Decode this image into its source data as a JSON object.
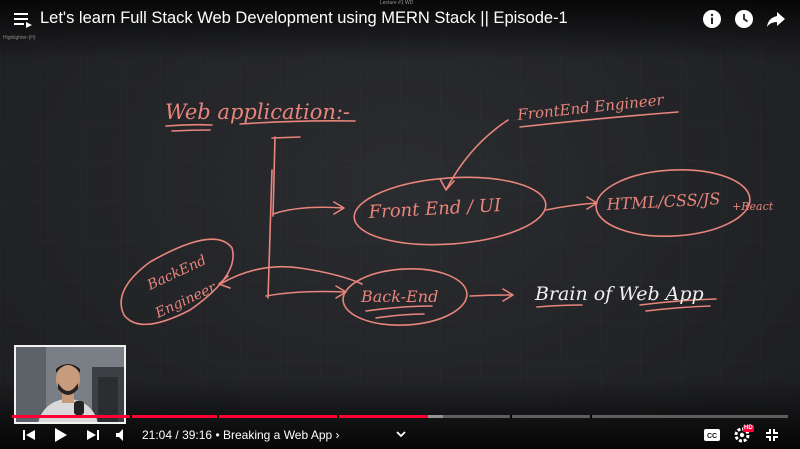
{
  "header": {
    "title": "Let's learn Full Stack Web Development using MERN Stack || Episode-1",
    "lecture_tag": "Lecture #1 WD",
    "highlighter_tag": "Highlighter-(H)"
  },
  "board": {
    "heading": "Web application:-",
    "frontend_engineer": "FrontEnd Engineer",
    "frontend_ui": "Front End / UI",
    "html_css_js": "HTML/CSS/JS",
    "react": "+React",
    "backend_engineer_1": "BackEnd",
    "backend_engineer_2": "Engineer",
    "back_end": "Back-End",
    "brain": "Brain of Web App",
    "ink_color": "#e8857c"
  },
  "player": {
    "current_time": "21:04",
    "time_separator": "/",
    "duration": "39:16",
    "chapter_bullet": "•",
    "chapter": "Breaking a Web App",
    "chapter_arrow": "›",
    "hd_badge": "HD",
    "played_fraction": 0.536,
    "loaded_fraction": 0.555,
    "accent": "#ff0033"
  }
}
